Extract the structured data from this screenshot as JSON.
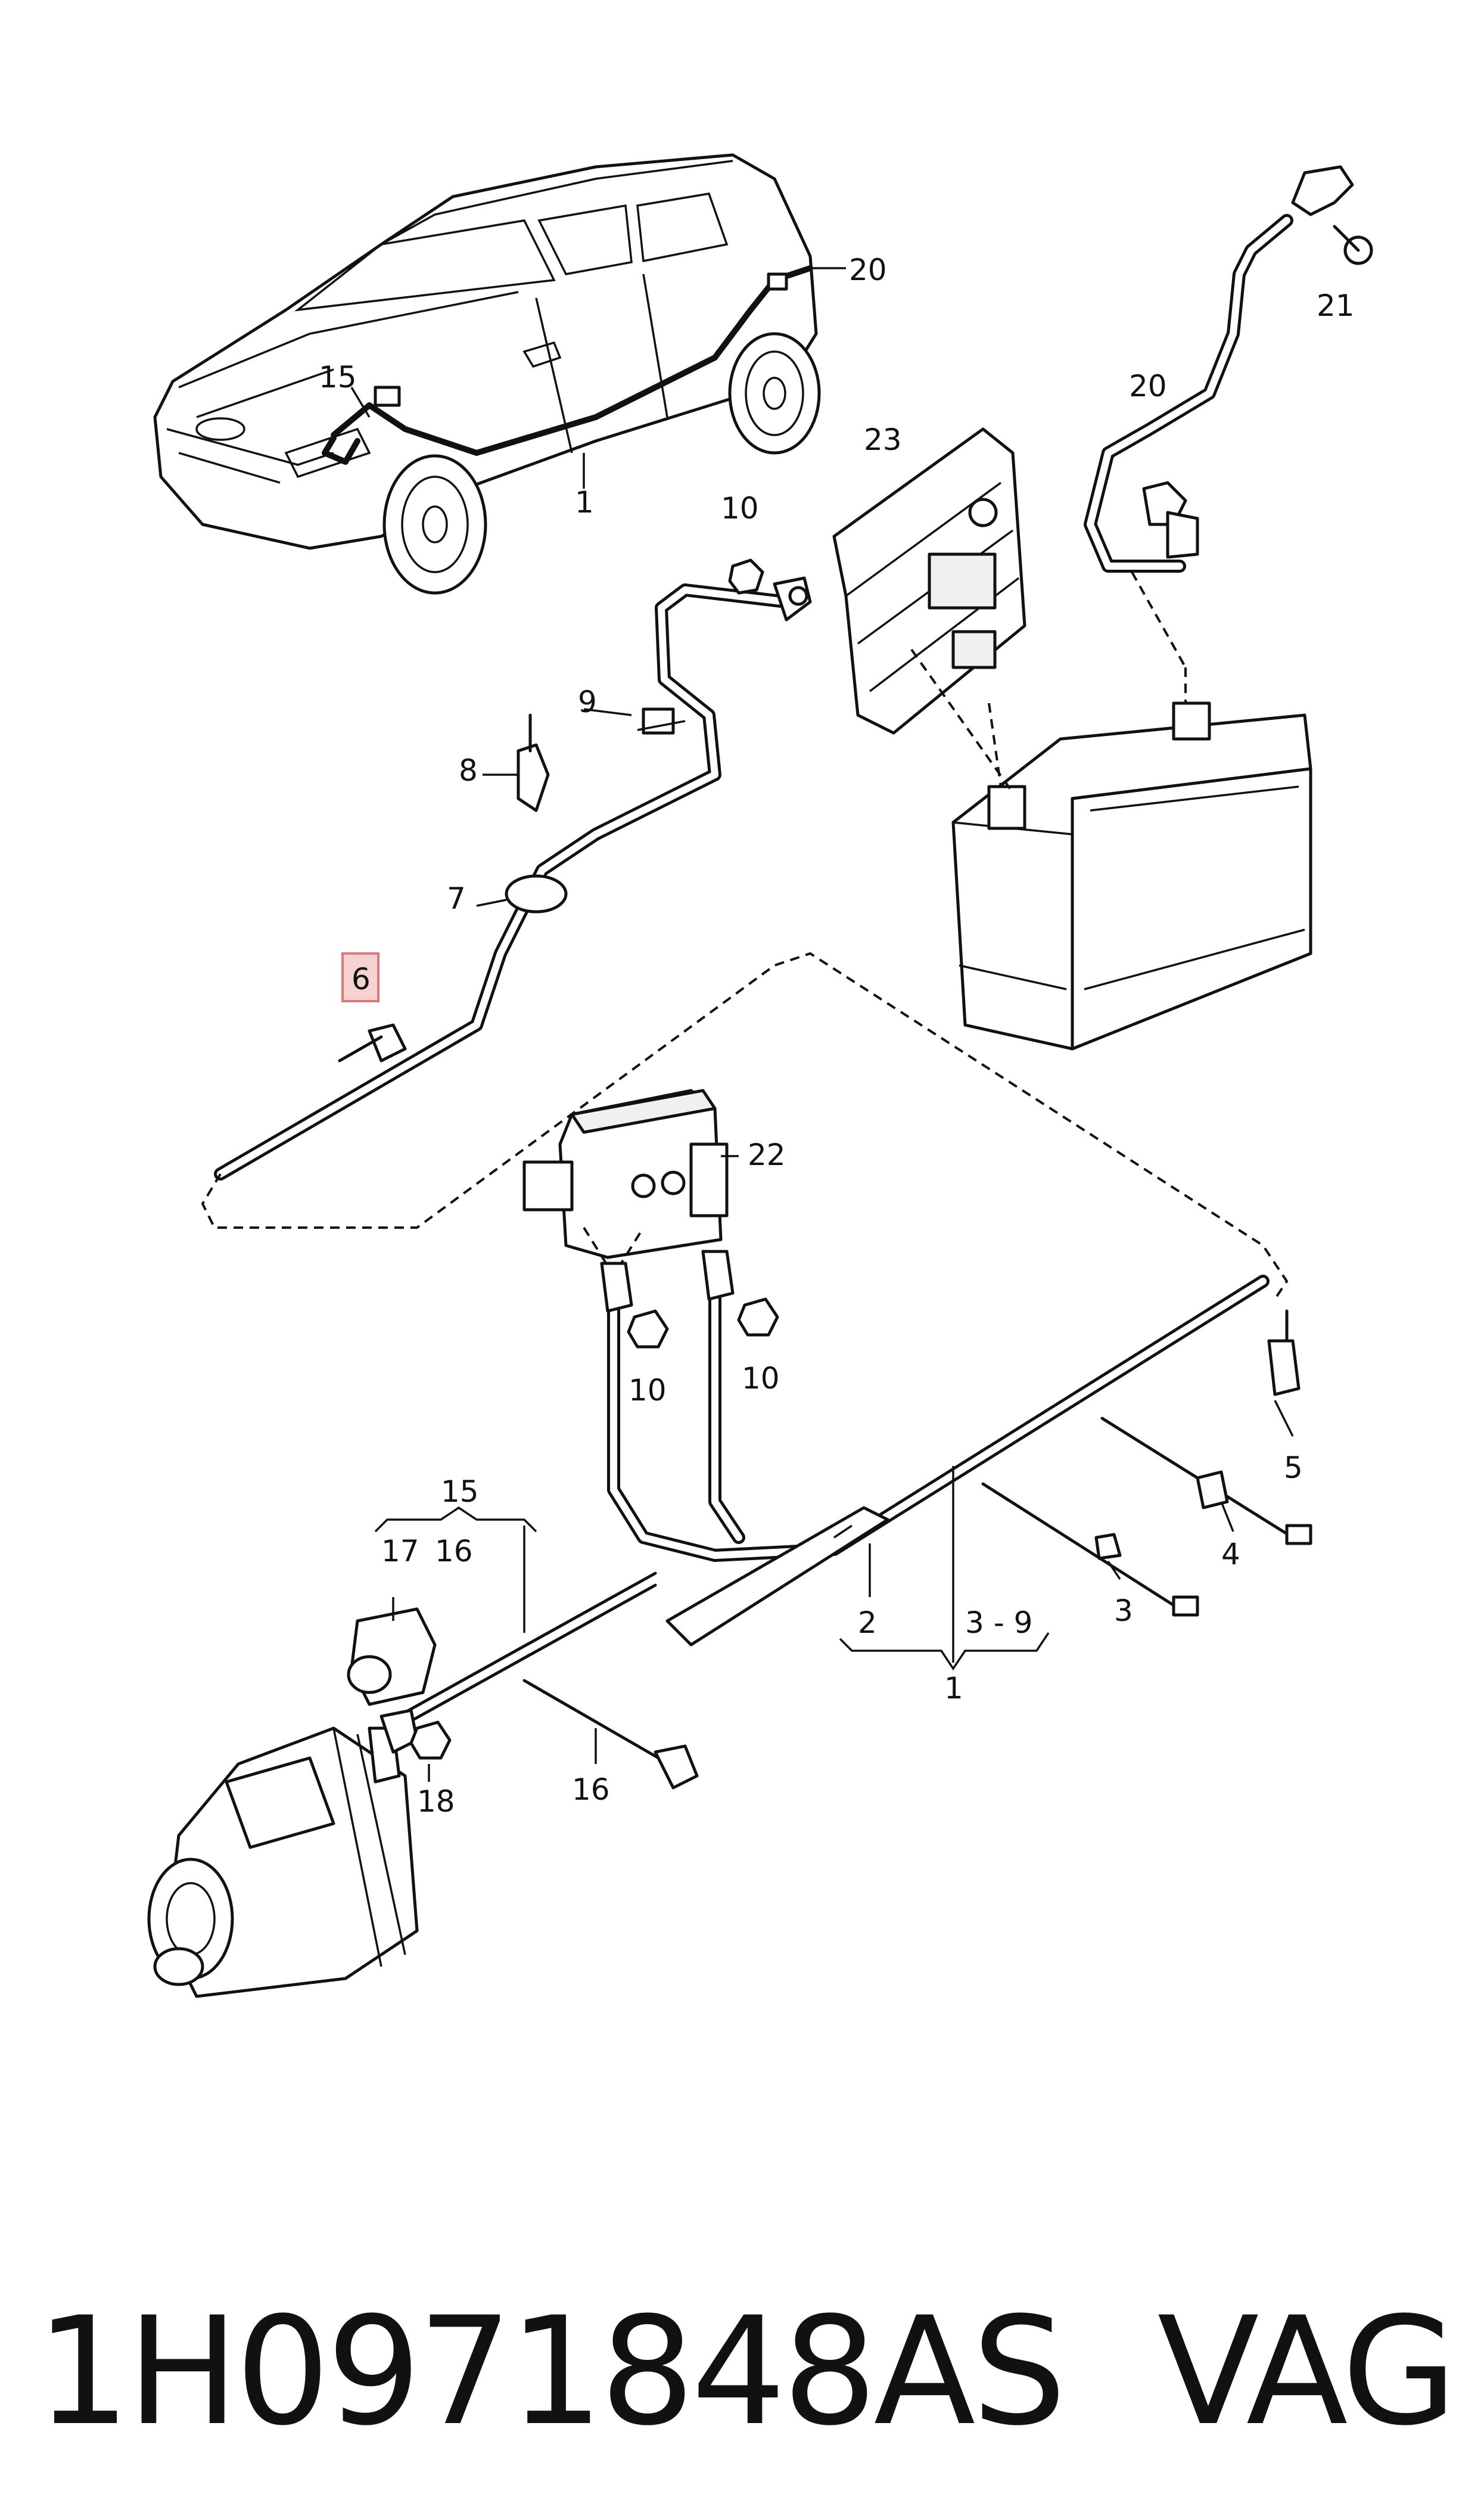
{
  "callouts": {
    "c1_car": "1",
    "c15_car": "15",
    "c20_car": "20",
    "c21": "21",
    "c20": "20",
    "c23": "23",
    "c10_top": "10",
    "c9": "9",
    "c8": "8",
    "c7": "7",
    "c6": "6",
    "c22": "22",
    "c10_left": "10",
    "c10_right": "10",
    "c5": "5",
    "c4": "4",
    "c3": "3",
    "c2": "2",
    "c3_9": "3 - 9",
    "c1_bottom": "1",
    "c15_group": "15",
    "c17": "17",
    "c16_group": "16",
    "c16": "16",
    "c18": "18"
  },
  "highlighted_callout": "6",
  "colors": {
    "highlight_fill": "#f6d2d2",
    "highlight_border": "#d87a7a",
    "ink": "#111111"
  },
  "footer": {
    "part_number": "1H0971848AS",
    "brand": "VAG"
  }
}
